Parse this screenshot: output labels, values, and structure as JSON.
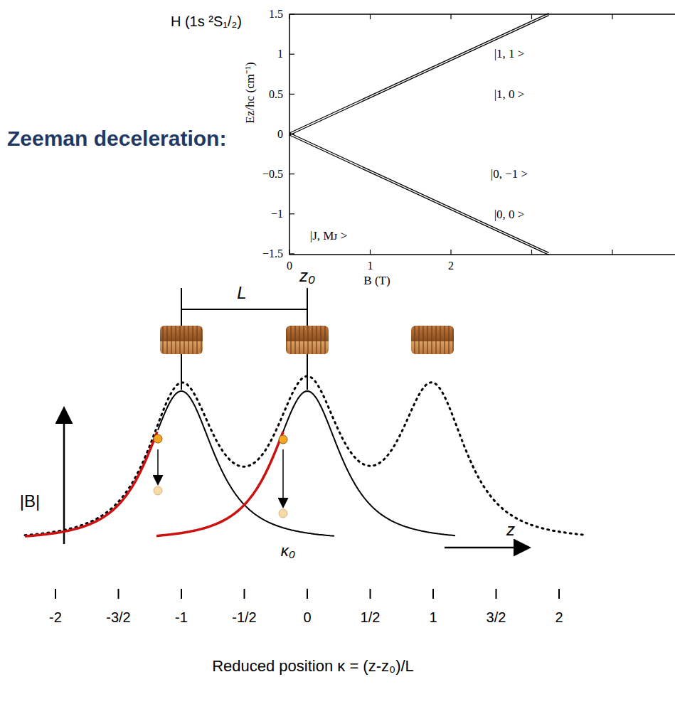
{
  "diagram": {
    "title": "Zeeman deceleration:",
    "labels": [
      "H (1s ²S₁/₂)",
      "1.5",
      "1",
      "0.5",
      "0",
      "−0.5",
      "−1",
      "−1.5",
      "0",
      "1",
      "2",
      "Eᴢ/hc (cm⁻¹)",
      "B (T)",
      "|1, 1 >",
      "|1, 0 >",
      "|0, −1 >",
      "|0, 0 >",
      "|J, Mᴊ >",
      "L",
      "z₀",
      "|B|",
      "κ₀",
      "z",
      "-2",
      "-3/2",
      "-1",
      "-1/2",
      "0",
      "1/2",
      "1",
      "3/2",
      "2",
      "Reduced position κ = (z-z₀)/L"
    ]
  }
}
